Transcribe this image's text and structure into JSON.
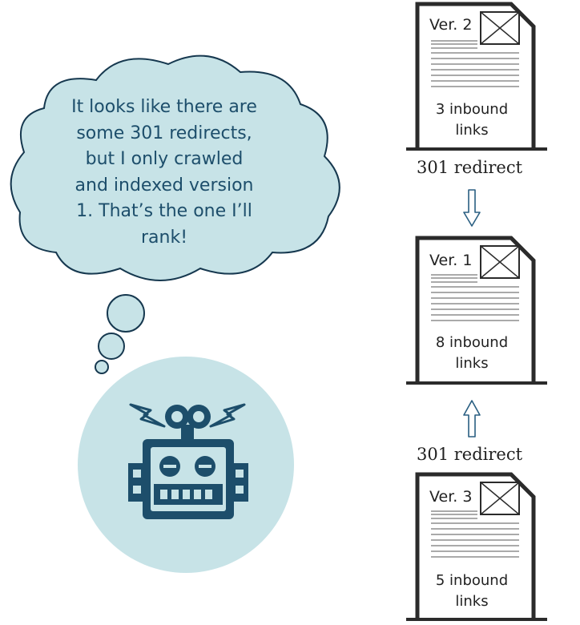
{
  "thought_bubble": {
    "lines": [
      "It looks like there are",
      "some 301 redirects,",
      "but I only crawled",
      "and indexed version",
      "1. That’s the one I’ll",
      "rank!"
    ]
  },
  "pages": [
    {
      "version": "Ver. 2",
      "links_count": "3 inbound",
      "links_unit": "links"
    },
    {
      "version": "Ver. 1",
      "links_count": "8 inbound",
      "links_unit": "links"
    },
    {
      "version": "Ver. 3",
      "links_count": "5 inbound",
      "links_unit": "links"
    }
  ],
  "redirects": [
    {
      "label": "301 redirect",
      "arrow": "down-arrow"
    },
    {
      "label": "301 redirect",
      "arrow": "up-arrow"
    }
  ],
  "colors": {
    "bubble_fill": "#c7e3e7",
    "bubble_stroke": "#16384f",
    "circle_fill": "#c7e3e7",
    "robot": "#1d4e6b",
    "text_dark": "#222222",
    "bubble_text": "#1d4e6b",
    "page_stroke": "#2b2b2b",
    "arrow_stroke": "#2a5f82"
  },
  "icons": {
    "robot": "robot-icon",
    "image_placeholder": "image-placeholder-icon",
    "lightning": "lightning-bolt-icon"
  }
}
